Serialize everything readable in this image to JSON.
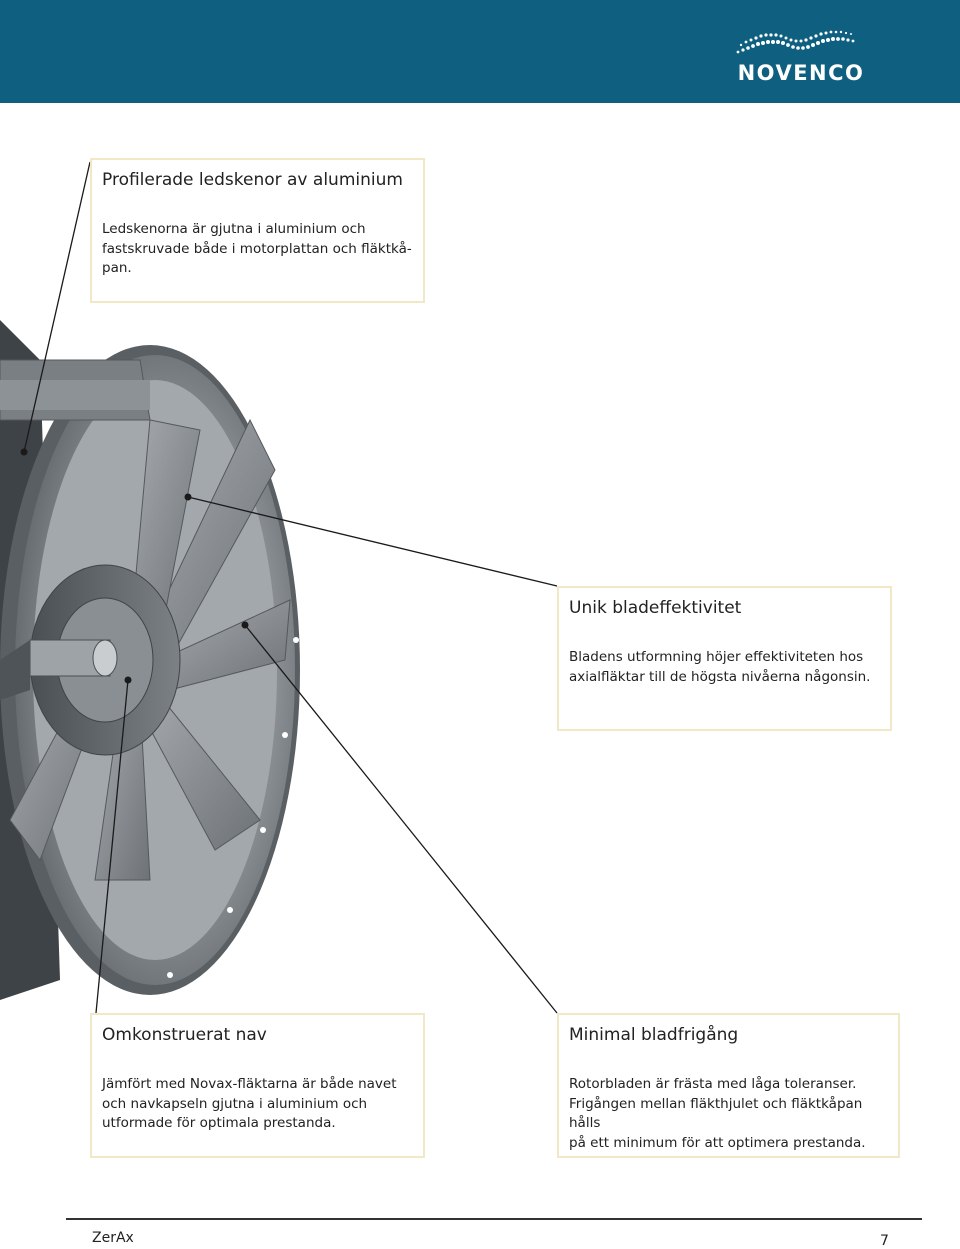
{
  "header": {
    "brand": "NOVENCO",
    "colors": {
      "bar": "#0e5f80",
      "callout_border": "#f1e8c8"
    }
  },
  "figure": {
    "subject": "axial-fan-cutaway",
    "icon": "fan-illustration"
  },
  "callouts": [
    {
      "title": "Profilerade ledskenor av aluminium",
      "body": "Ledskenorna är gjutna i aluminium och\nfastskruvade både i motorplattan och fläktkå-\npan."
    },
    {
      "title": "Unik bladeffektivitet",
      "body": "Bladens utformning höjer effektiviteten hos\naxialfläktar till de högsta nivåerna någonsin."
    },
    {
      "title": "Omkonstruerat nav",
      "body": "Jämfört med Novax-fläktarna är både navet\noch navkapseln gjutna i aluminium och\nutformade för optimala prestanda."
    },
    {
      "title": "Minimal bladfrigång",
      "body": "Rotorbladen är frästa med låga toleranser.\nFrigången mellan fläkthjulet och fläktkåpan hålls\npå ett minimum för att optimera prestanda."
    }
  ],
  "footer": {
    "title": "ZerAx",
    "page": "7"
  }
}
